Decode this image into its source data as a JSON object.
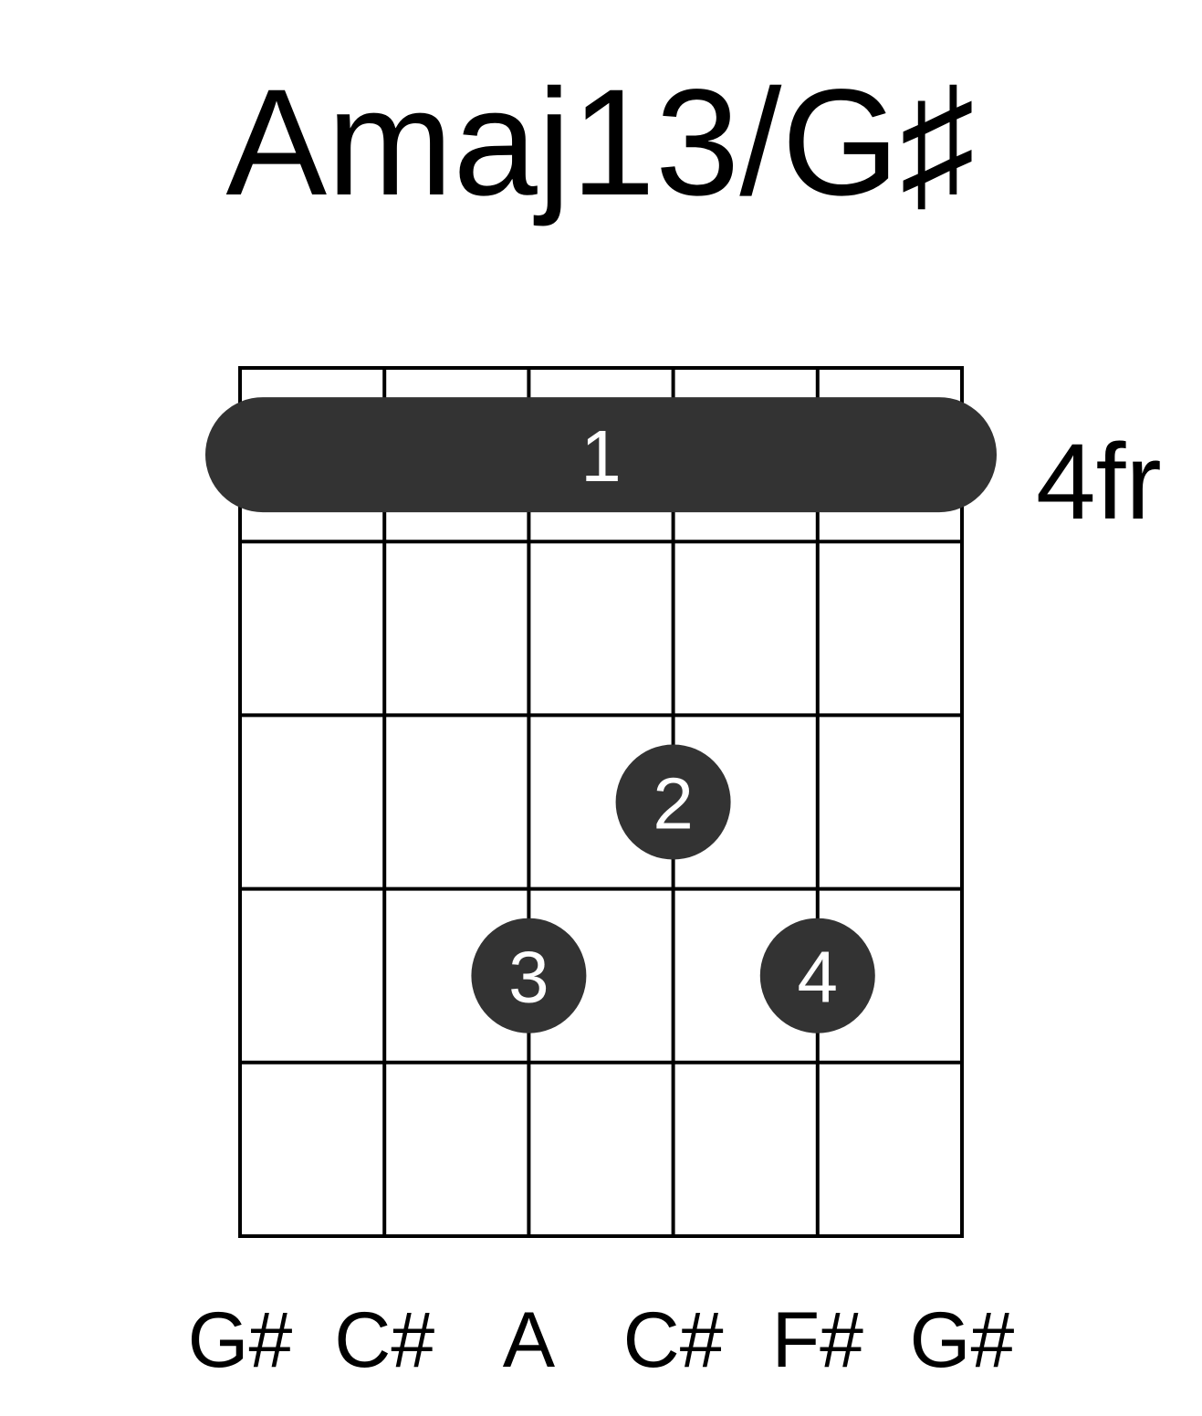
{
  "chord": {
    "title": "Amaj13/G♯",
    "start_fret_label": "4fr"
  },
  "colors": {
    "grid": "#000000",
    "marker": "#333333",
    "marker_text": "#ffffff",
    "background": "#ffffff"
  },
  "fretboard": {
    "strings": 6,
    "frets": 5
  },
  "barre": {
    "fret": 1,
    "from_string": 1,
    "to_string": 6,
    "finger": "1"
  },
  "fingers": [
    {
      "string": 4,
      "fret": 3,
      "finger": "2"
    },
    {
      "string": 3,
      "fret": 4,
      "finger": "3"
    },
    {
      "string": 5,
      "fret": 4,
      "finger": "4"
    }
  ],
  "string_notes": [
    "G#",
    "C#",
    "A",
    "C#",
    "F#",
    "G#"
  ]
}
